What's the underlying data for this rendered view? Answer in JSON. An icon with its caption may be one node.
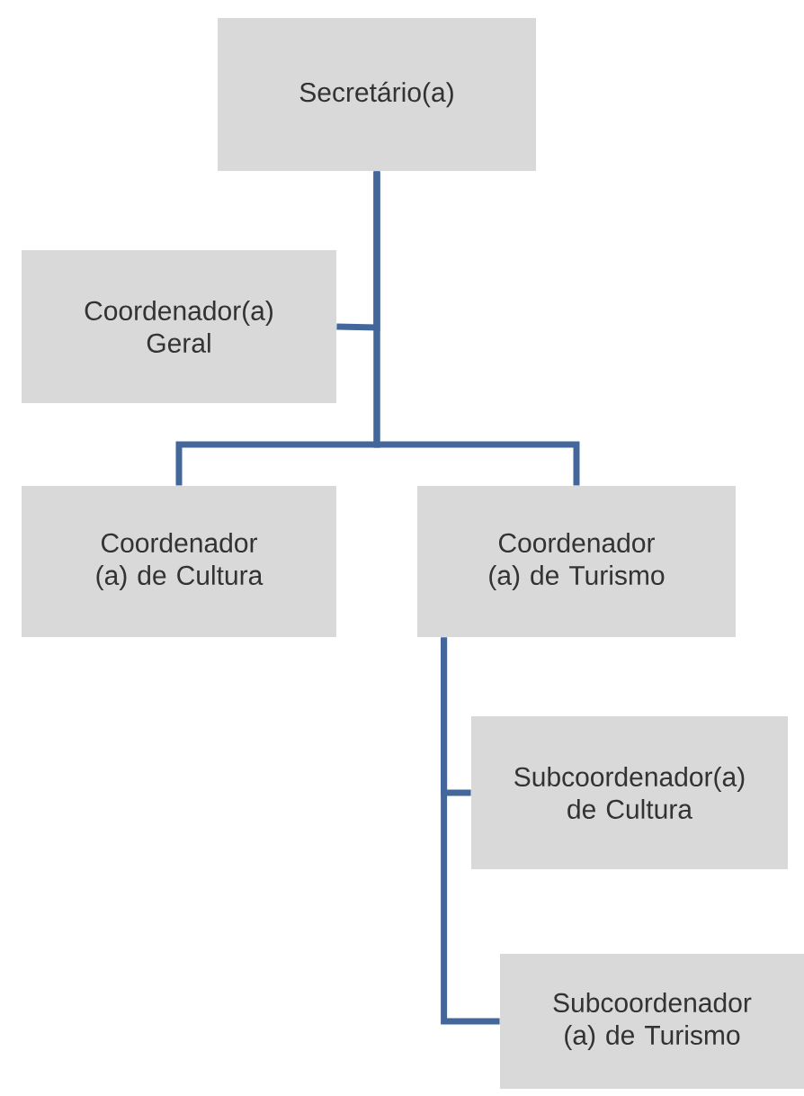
{
  "diagram": {
    "nodes": [
      {
        "text": [
          "Secretário(a)"
        ]
      },
      {
        "text": [
          "Coordenador(a) Geral"
        ]
      },
      {
        "text": [
          "Coordenador (a) de Cultura"
        ]
      },
      {
        "text": [
          "Coordenador (a) de Turismo"
        ]
      },
      {
        "text": [
          "Subcoordenador(a) de Cultura"
        ]
      },
      {
        "text": [
          "Subcoordenador (a) de Turismo"
        ]
      }
    ],
    "edges": [
      {
        "from": 0,
        "to": 1,
        "arrow": "none"
      },
      {
        "from": 0,
        "to": 2,
        "arrow": "none"
      },
      {
        "from": 0,
        "to": 3,
        "arrow": "none"
      },
      {
        "from": 3,
        "to": 4,
        "arrow": "none"
      },
      {
        "from": 3,
        "to": 5,
        "arrow": "none"
      }
    ]
  }
}
